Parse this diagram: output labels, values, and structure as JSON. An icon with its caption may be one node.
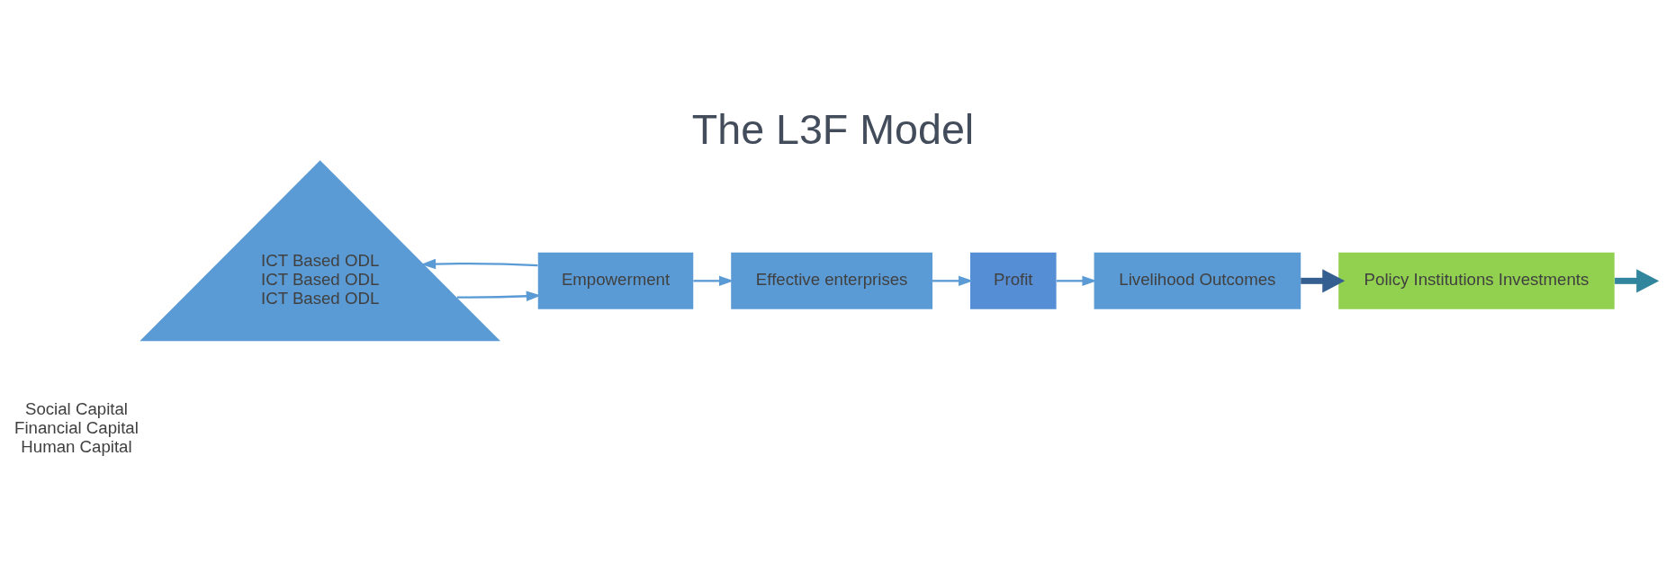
{
  "diagram": {
    "title": "The L3F Model",
    "nodes": [
      {
        "text": [
          "ICT Based ODL",
          "ICT Based ODL",
          "ICT Based ODL"
        ],
        "beside": [
          "Social Capital",
          "Financial Capital",
          "Human Capital"
        ]
      },
      {
        "text": [
          "Empowerment"
        ]
      },
      {
        "text": [
          "Effective enterprises"
        ]
      },
      {
        "text": [
          "Profit"
        ]
      },
      {
        "text": [
          "Livelihood Outcomes"
        ]
      },
      {
        "text": [
          "Policy Institutions Investments"
        ]
      }
    ],
    "edges": [
      {
        "from": 0,
        "to": 1,
        "arrow": "to"
      },
      {
        "from": 1,
        "to": 0,
        "arrow": "to"
      },
      {
        "from": 1,
        "to": 2,
        "arrow": "to"
      },
      {
        "from": 2,
        "to": 3,
        "arrow": "to"
      },
      {
        "from": 3,
        "to": 4,
        "arrow": "to"
      },
      {
        "from": 4,
        "to": 5,
        "arrow": "to",
        "style": "thick",
        "color": "#355f91"
      },
      {
        "from": 5,
        "to": null,
        "arrow": "to",
        "style": "thick",
        "color": "#31859c"
      }
    ]
  }
}
